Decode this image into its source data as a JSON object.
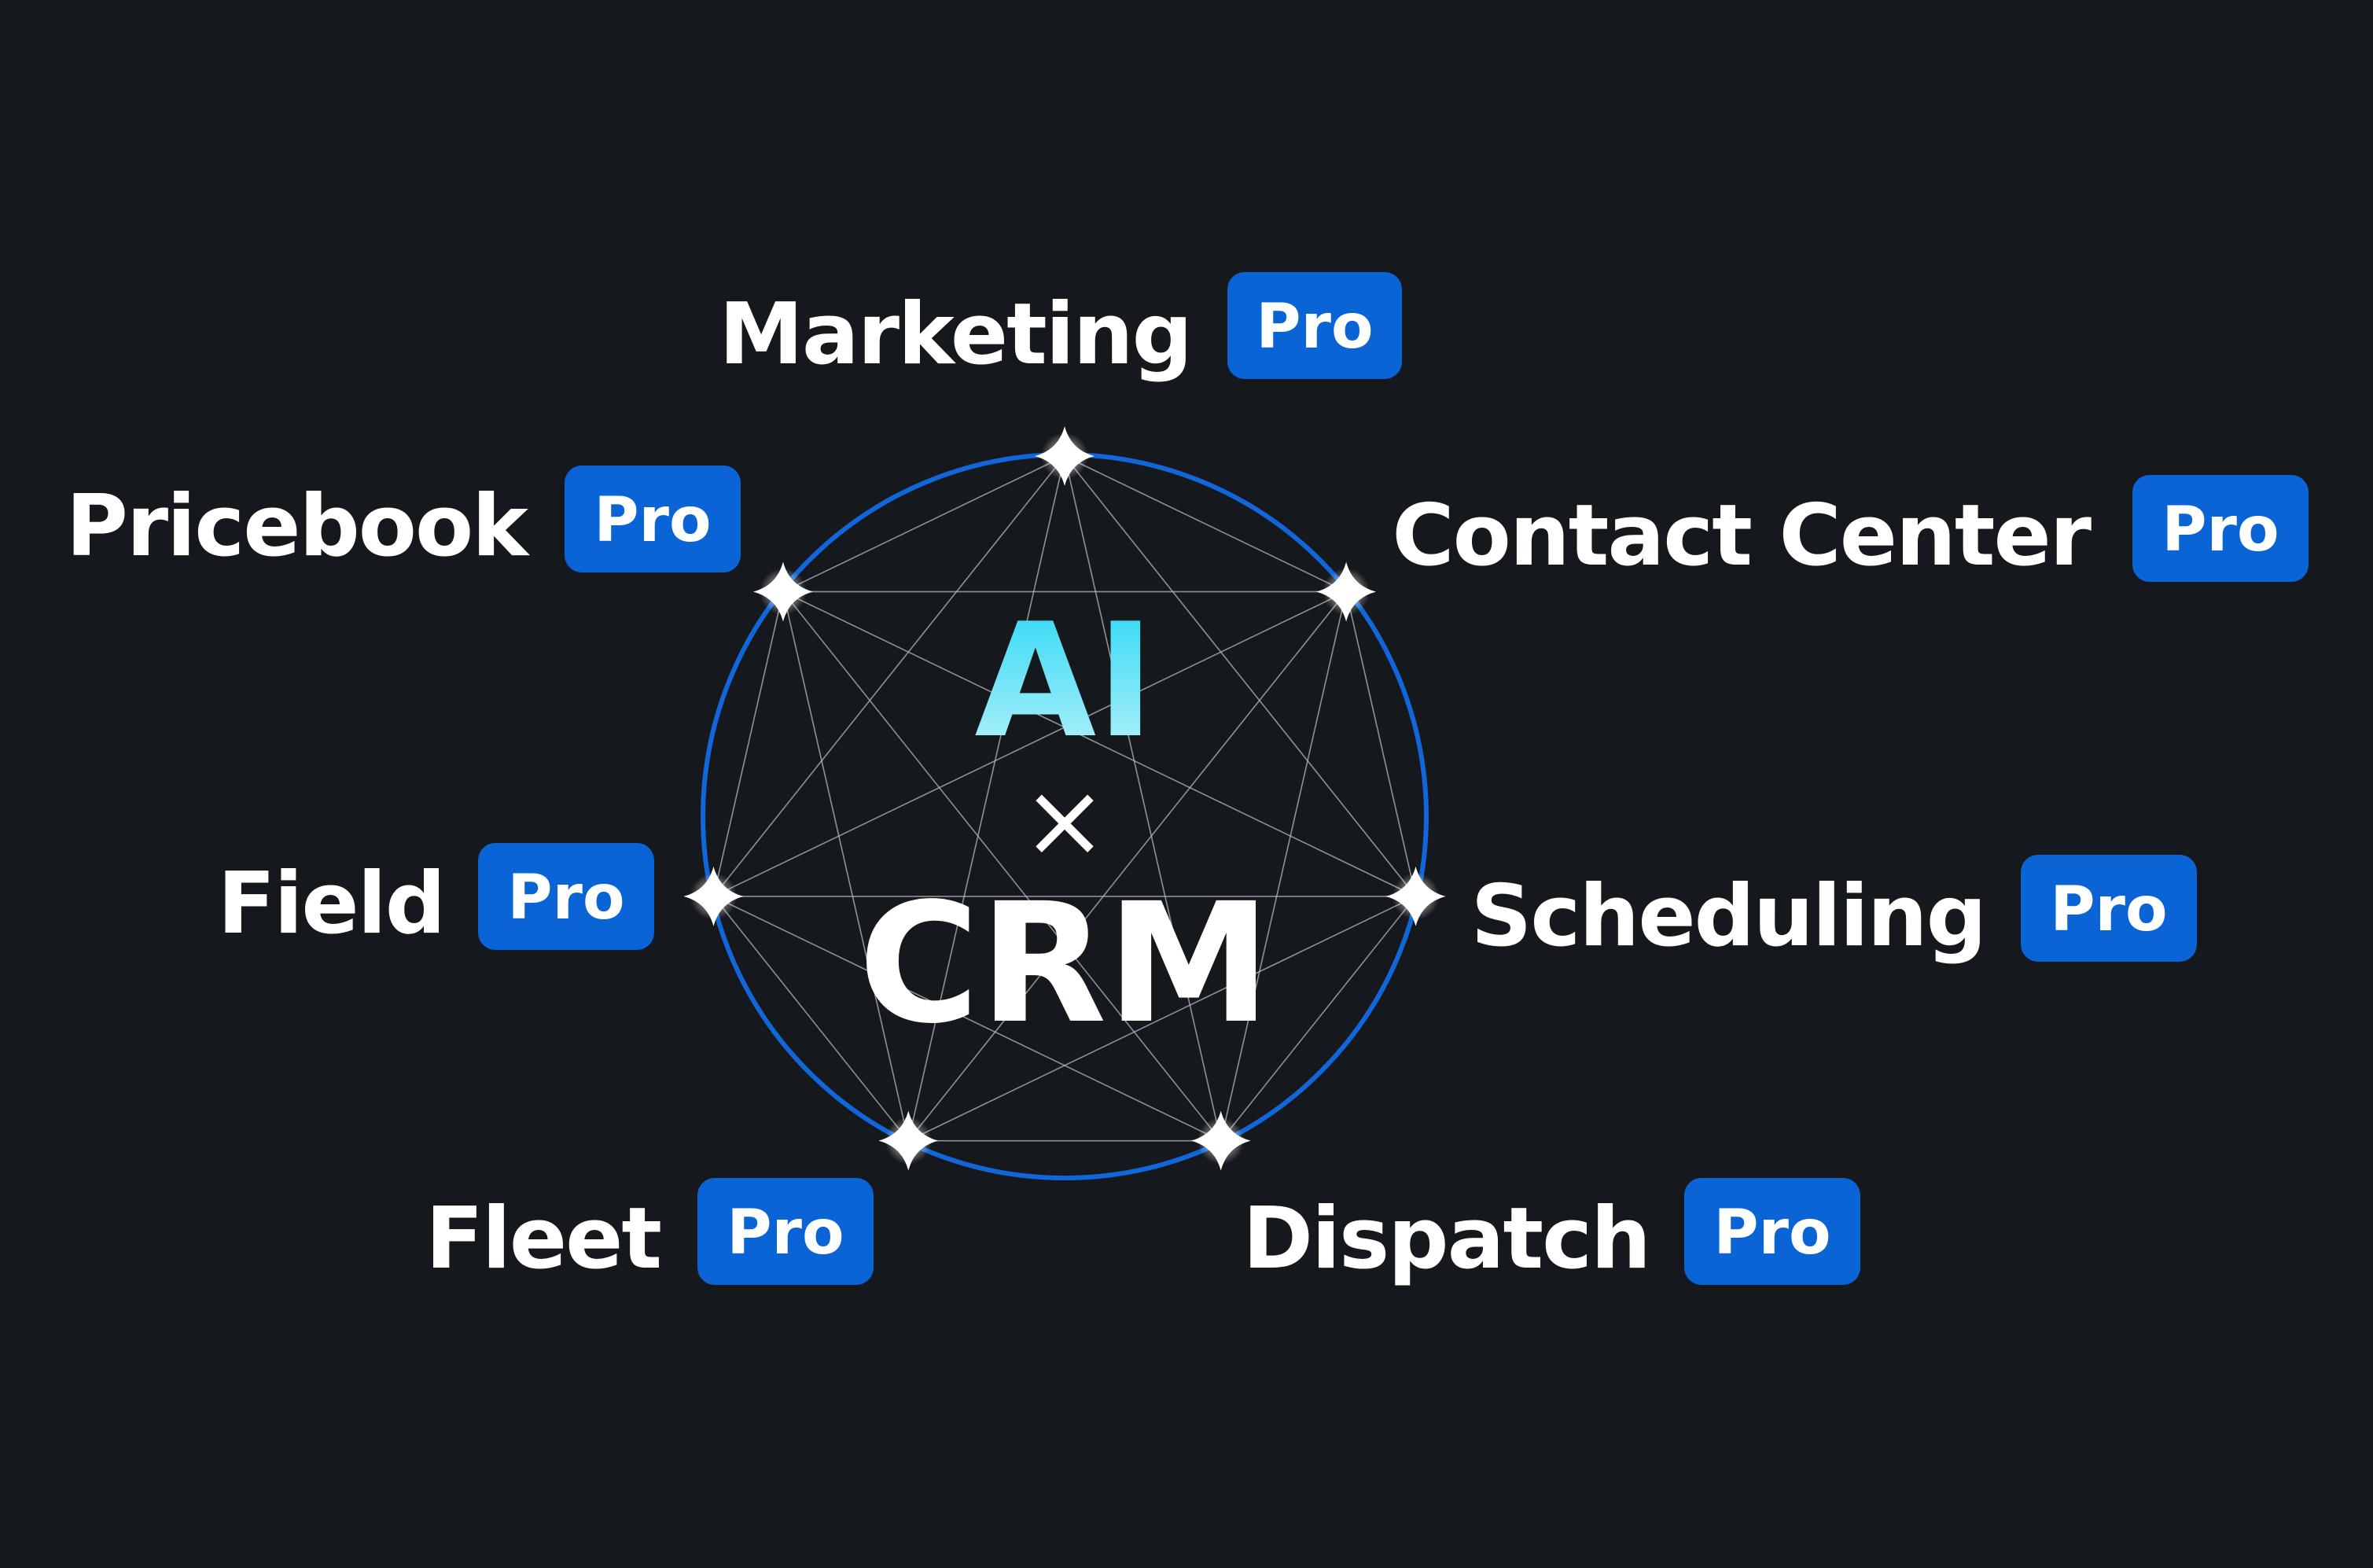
{
  "center": {
    "line1": "AI",
    "line2": "×",
    "line3": "CRM"
  },
  "modules": [
    {
      "name": "Marketing",
      "badge": "Pro"
    },
    {
      "name": "Contact Center",
      "badge": "Pro"
    },
    {
      "name": "Scheduling",
      "badge": "Pro"
    },
    {
      "name": "Dispatch",
      "badge": "Pro"
    },
    {
      "name": "Fleet",
      "badge": "Pro"
    },
    {
      "name": "Field",
      "badge": "Pro"
    },
    {
      "name": "Pricebook",
      "badge": "Pro"
    }
  ],
  "colors": {
    "background": "#15181c",
    "circle": "#1166d9",
    "badge": "#0a64d6",
    "ai_gradient_top": "#27d6f5",
    "ai_gradient_bottom": "#bff4fb",
    "text": "#ffffff",
    "connector": "#b5bac2"
  },
  "icons": {
    "node": "sparkle-star-icon"
  }
}
